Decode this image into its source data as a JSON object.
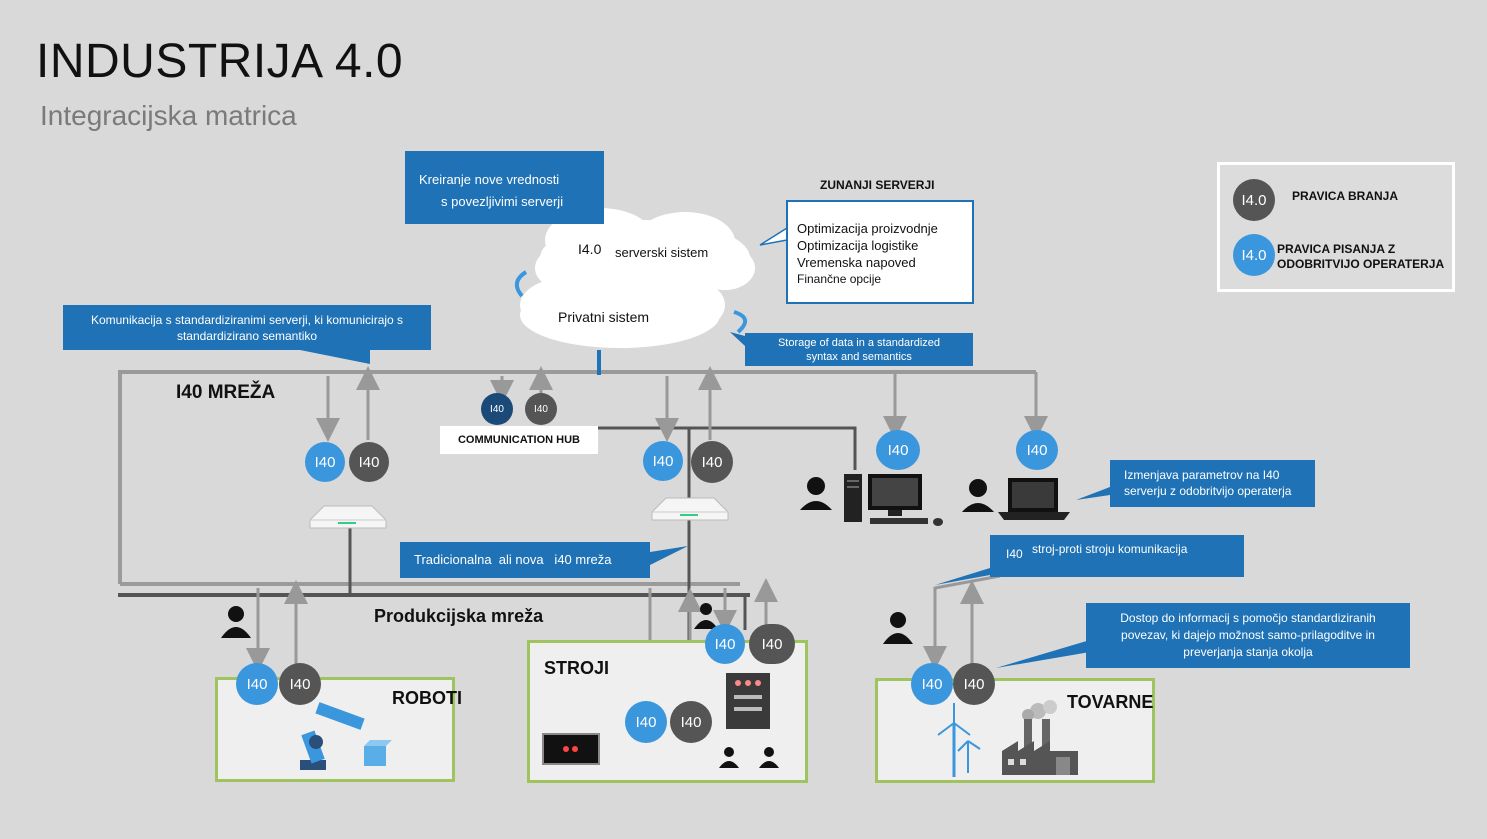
{
  "header": {
    "title": "INDUSTRIJA 4.0",
    "subtitle": "Integracijska matrica"
  },
  "legend": {
    "read_badge": "I4.0",
    "read_label": "PRAVICA BRANJA",
    "write_badge": "I4.0",
    "write_label": "PRAVICA PISANJA Z ODOBRITVIJO OPERATERJA"
  },
  "callouts": {
    "value_creation_1": "Kreiranje nove vrednosti",
    "value_creation_2": "s povezljivimi serverji",
    "standard_comm": "Komunikacija s standardiziranimi serverji, ki komunicirajo s standardizirano semantiko",
    "storage": "Storage of data in a standardized syntax and semantics",
    "traditional": "Tradicionalna  ali nova   i40 mreža",
    "parameter_change": "Izmenjava parametrov na I40 serverju z odobritvijo operaterja",
    "m2m_prefix": "I40",
    "m2m": "stroj-proti stroju komunikacija",
    "access_info": "Dostop do informacij s pomočjo standardiziranih povezav, ki dajejo možnost samo-prilagoditve in preverjanja stanja okolja"
  },
  "external": {
    "heading": "ZUNANJI SERVERJI",
    "items": [
      "Optimizacija proizvodnje",
      "Optimizacija logistike",
      "Vremenska napoved",
      "Finančne opcije"
    ]
  },
  "cloud": {
    "server_prefix": "I4.0",
    "server": "serverski sistem",
    "private": "Privatni  sistem"
  },
  "network": {
    "i40": "I40 MREŽA",
    "production": "Produkcijska mreža",
    "hub": "COMMUNICATION HUB"
  },
  "badge_text": "I40",
  "sections": {
    "robots": "ROBOTI",
    "machines": "STROJI",
    "factories": "TOVARNE"
  },
  "colors": {
    "callout": "#1f72b5",
    "blue_badge": "#3a96dd",
    "dark_badge": "#555555",
    "section_border": "#9fc35f",
    "background": "#d9d9d9"
  }
}
